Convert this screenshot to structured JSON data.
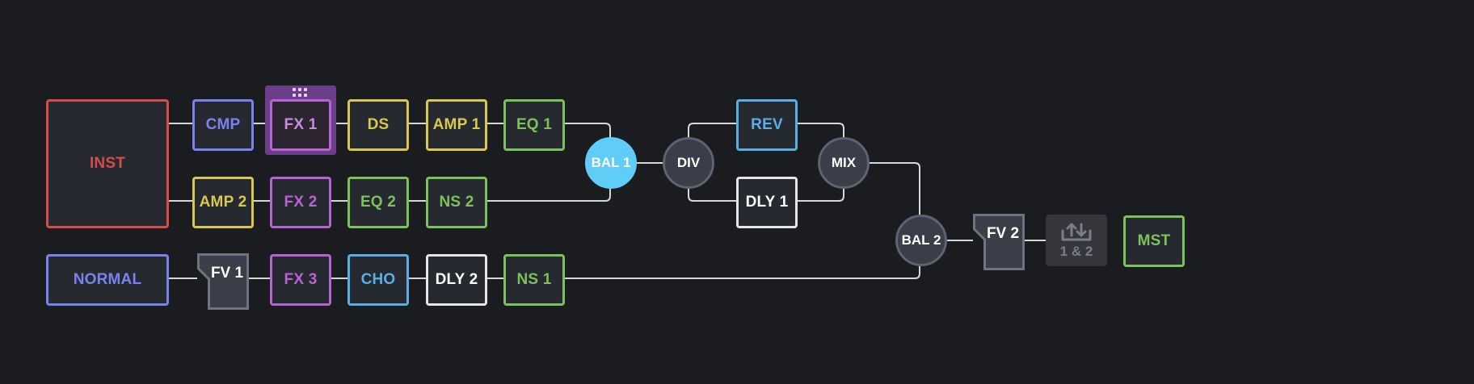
{
  "colors": {
    "background": "#1b1c20",
    "block_fill": "#262930",
    "wire": "#d8d8d8",
    "inst": "#d84b4b",
    "dynamics": "#7a82ef",
    "modulation": "#b663d4",
    "drive_amp": "#d8c84e",
    "eq_gate": "#7cc25a",
    "reverb_chorus": "#5aaee6",
    "delay": "#e6e6e6",
    "split_fill": "#3a3e48",
    "balance_active": "#5fcdf7",
    "selected_highlight": "#6b3e8a"
  },
  "blocks": {
    "inst": "INST",
    "cmp": "CMP",
    "fx1": "FX 1",
    "ds": "DS",
    "amp1": "AMP 1",
    "eq1": "EQ 1",
    "amp2": "AMP 2",
    "fx2": "FX 2",
    "eq2": "EQ 2",
    "ns2": "NS 2",
    "normal": "NORMAL",
    "fv1": "FV 1",
    "fx3": "FX 3",
    "cho": "CHO",
    "dly2": "DLY 2",
    "ns1": "NS 1",
    "rev": "REV",
    "dly1": "DLY 1",
    "fv2": "FV 2",
    "mst": "MST"
  },
  "nodes": {
    "bal1": "BAL 1",
    "div": "DIV",
    "mix": "MIX",
    "bal2": "BAL 2"
  },
  "output": {
    "icon": "output-routing-icon",
    "label": "1 & 2"
  },
  "selected_block": "FX 1"
}
